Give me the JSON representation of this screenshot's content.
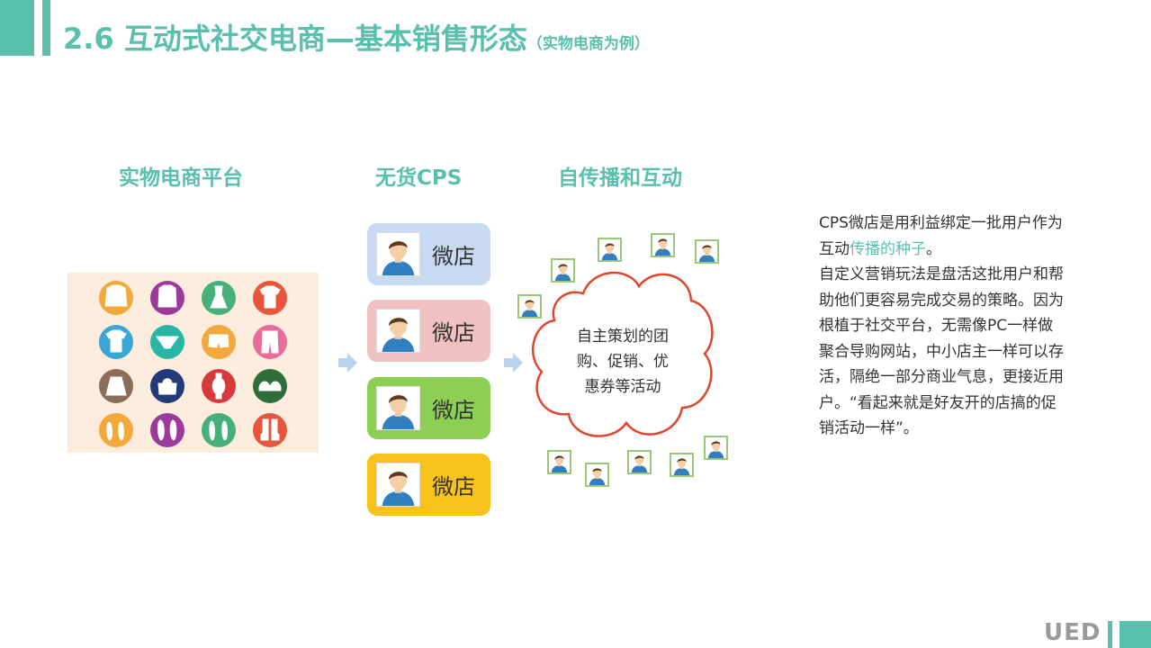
{
  "header": {
    "title": "2.6 互动式社交电商—基本销售形态",
    "subtitle": "（实物电商为例）"
  },
  "columns": {
    "platform": "实物电商平台",
    "cps": "无货CPS",
    "spread": "自传播和互动"
  },
  "cards": [
    {
      "label": "微店",
      "color": "#c7daf1"
    },
    {
      "label": "微店",
      "color": "#f0c1c1"
    },
    {
      "label": "微店",
      "color": "#8ccf52"
    },
    {
      "label": "微店",
      "color": "#f7c31a"
    }
  ],
  "cloud": {
    "lines": [
      "自主策划的团",
      "购、促销、优",
      "惠券等活动"
    ]
  },
  "description": {
    "p1_before": "CPS微店是用利益绑定一批用户作为互动",
    "p1_highlight": "传播的种子",
    "p1_after": "。",
    "p2": "自定义营销玩法是盘活这批用户和帮助他们更容易完成交易的策略。因为根植于社交平台，无需像PC一样做聚合导购网站，中小店主一样可以存活，隔绝一部分商业气息，更接近用户。“看起来就是好友开的店搞的促销活动一样”。"
  },
  "footer": {
    "logo": "UED"
  },
  "colors": {
    "accent": "#5bbfae",
    "panel_bg": "#fcecdd",
    "cloud_border": "#e0452b",
    "arrow": "#b9d3ee"
  },
  "product_icons": [
    {
      "name": "sweater-icon",
      "color": "#f2a83b"
    },
    {
      "name": "jacket-icon",
      "color": "#9b3a9b"
    },
    {
      "name": "dress-icon",
      "color": "#45b07a"
    },
    {
      "name": "tshirt-icon",
      "color": "#e8553a"
    },
    {
      "name": "shirt-icon",
      "color": "#38a6d6"
    },
    {
      "name": "underwear-icon",
      "color": "#29b5a4"
    },
    {
      "name": "shorts-icon",
      "color": "#f2a83b"
    },
    {
      "name": "pants-icon",
      "color": "#e96b9a"
    },
    {
      "name": "skirt-icon",
      "color": "#8a6e5a"
    },
    {
      "name": "handbag-icon",
      "color": "#233a7a"
    },
    {
      "name": "watch-icon",
      "color": "#d63a3a"
    },
    {
      "name": "bra-icon",
      "color": "#2e6e3a"
    },
    {
      "name": "flats-icon",
      "color": "#f2a83b"
    },
    {
      "name": "sneakers-icon",
      "color": "#9b3a9b"
    },
    {
      "name": "sandals-icon",
      "color": "#45b07a"
    },
    {
      "name": "boots-icon",
      "color": "#e8553a"
    }
  ]
}
